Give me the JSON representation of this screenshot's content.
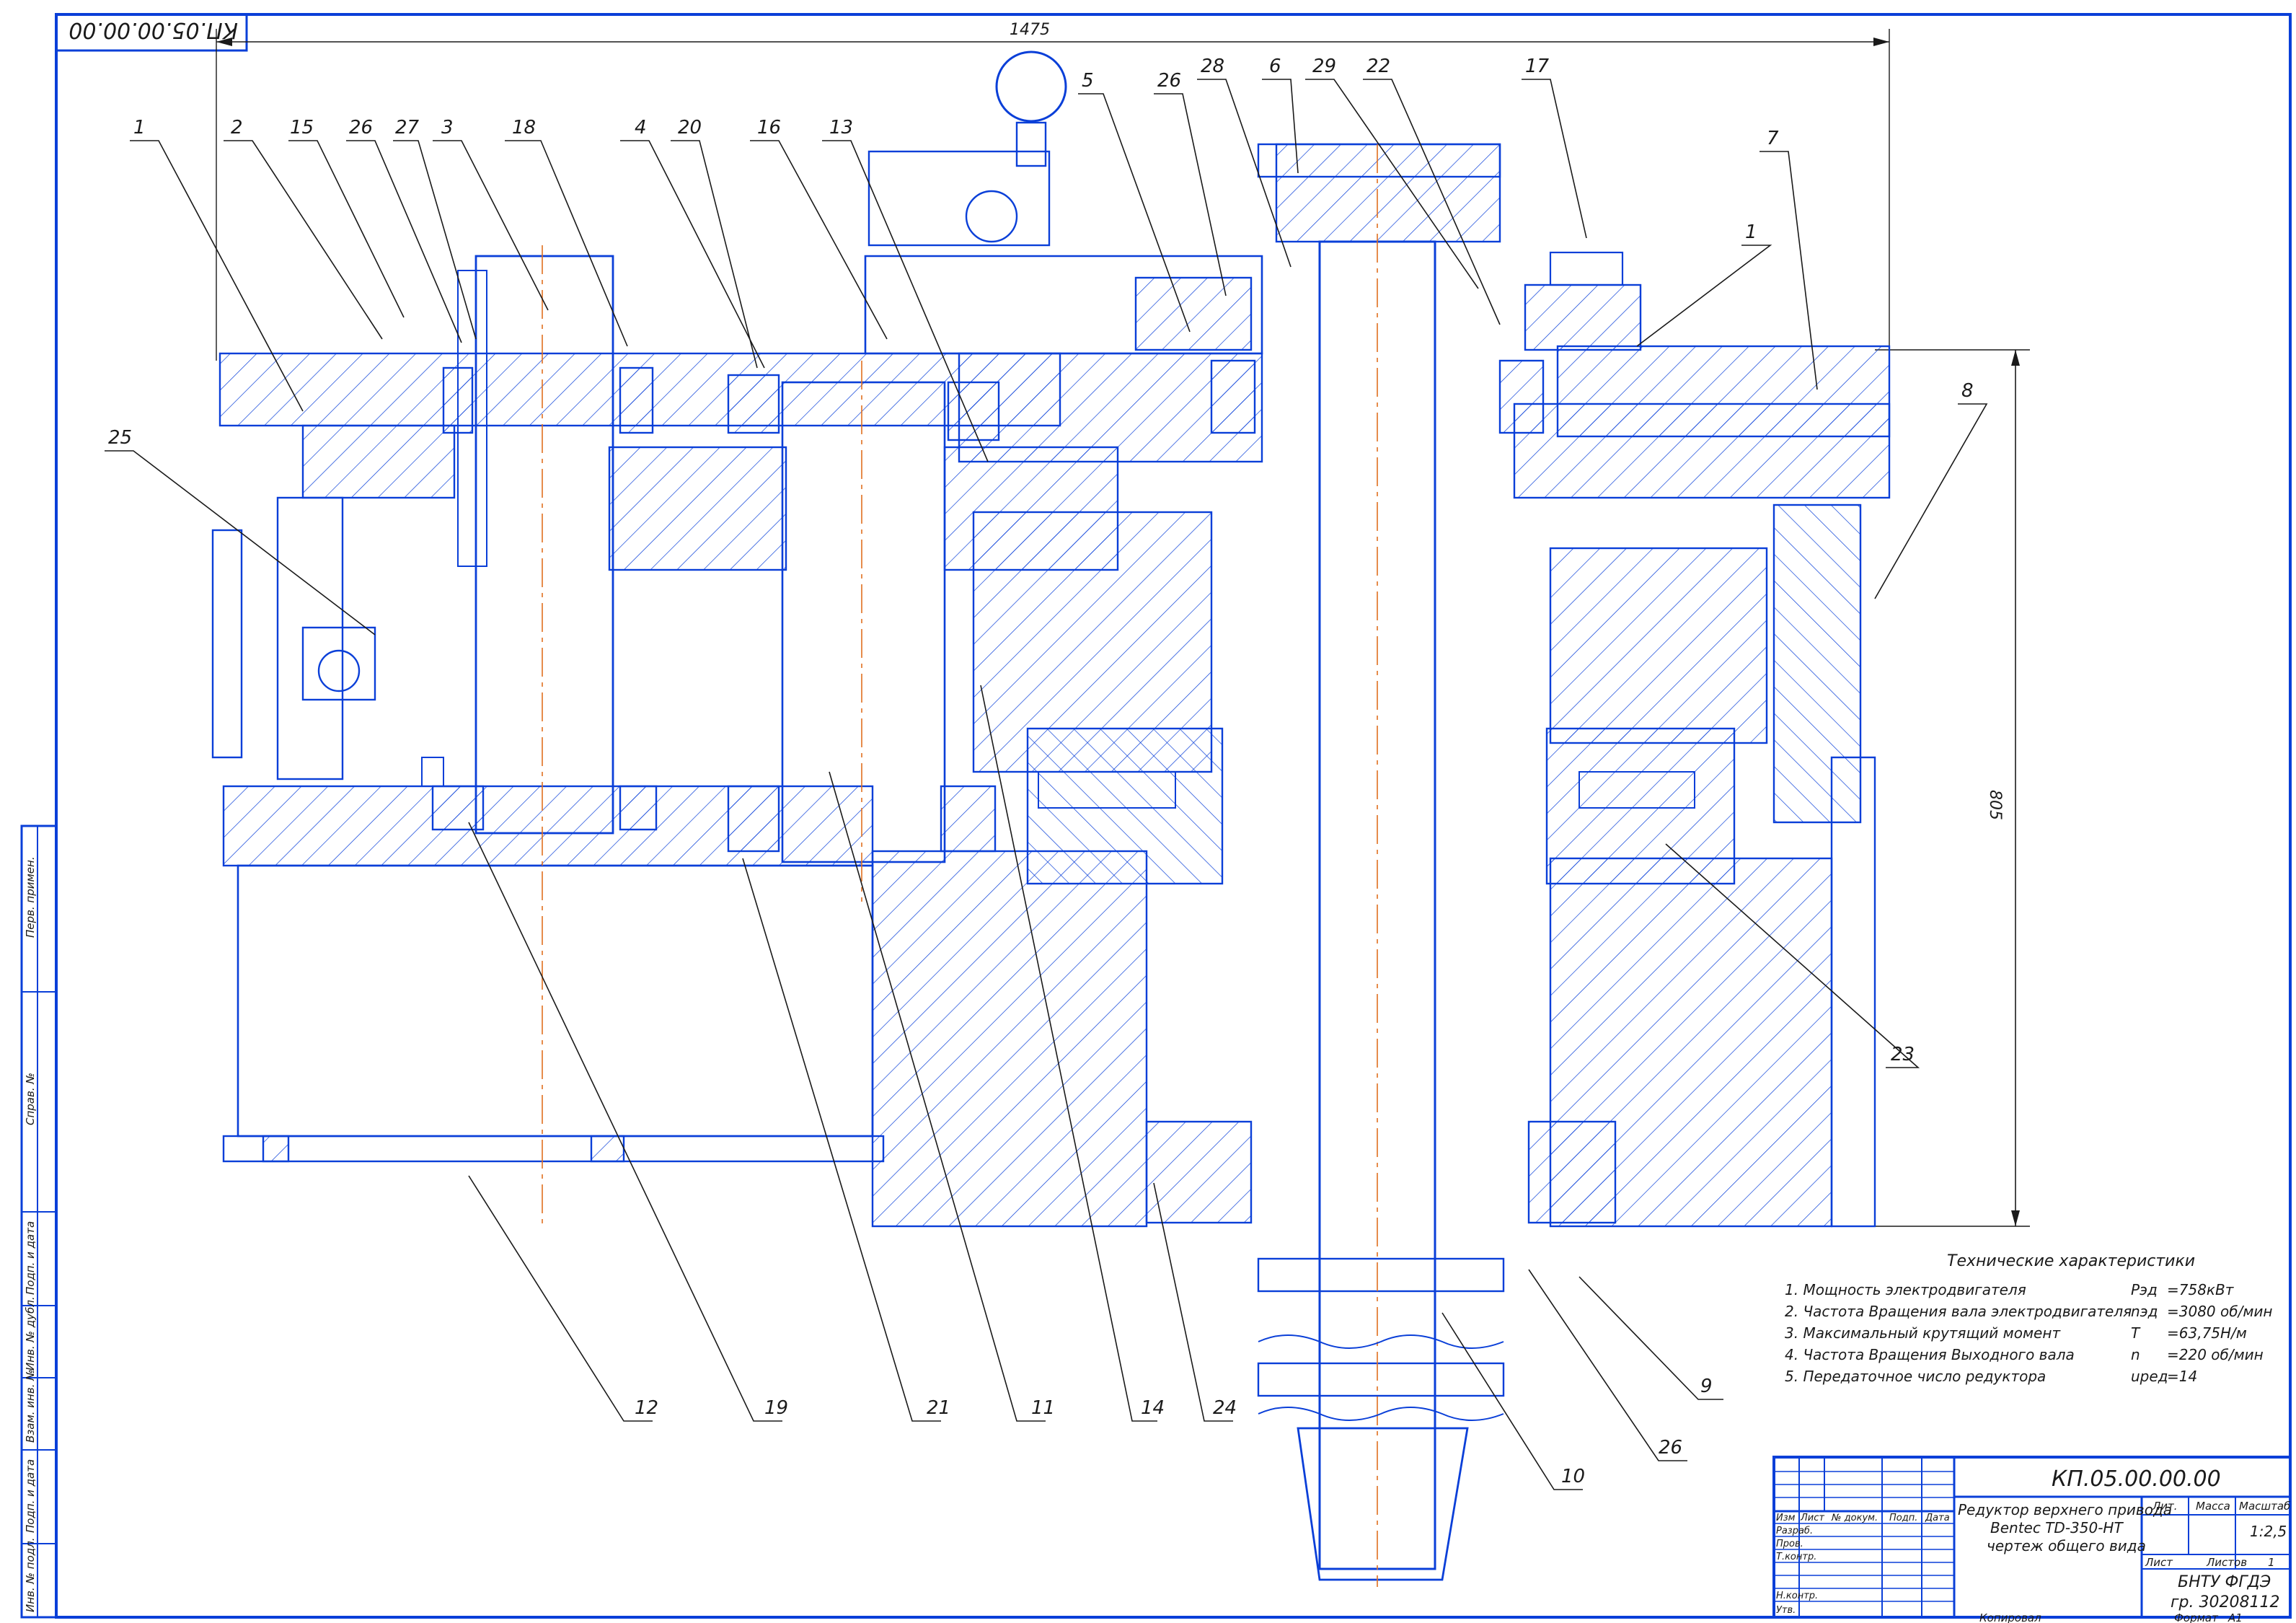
{
  "stamp_rotated": "КП.05.00.00.00",
  "dimensions": {
    "overall_width": "1475",
    "height": "805"
  },
  "leaders": [
    {
      "label": "1"
    },
    {
      "label": "2"
    },
    {
      "label": "15"
    },
    {
      "label": "26"
    },
    {
      "label": "27"
    },
    {
      "label": "3"
    },
    {
      "label": "18"
    },
    {
      "label": "4"
    },
    {
      "label": "20"
    },
    {
      "label": "16"
    },
    {
      "label": "13"
    },
    {
      "label": "5"
    },
    {
      "label": "26"
    },
    {
      "label": "28"
    },
    {
      "label": "6"
    },
    {
      "label": "29"
    },
    {
      "label": "22"
    },
    {
      "label": "17"
    },
    {
      "label": "1"
    },
    {
      "label": "7"
    },
    {
      "label": "8"
    },
    {
      "label": "25"
    },
    {
      "label": "23"
    },
    {
      "label": "12"
    },
    {
      "label": "19"
    },
    {
      "label": "21"
    },
    {
      "label": "11"
    },
    {
      "label": "14"
    },
    {
      "label": "24"
    },
    {
      "label": "10"
    },
    {
      "label": "26"
    },
    {
      "label": "9"
    }
  ],
  "specs": {
    "heading": "Технические характеристики",
    "rows": [
      {
        "name": "1. Мощность электродвигателя",
        "symbol": "Pэд",
        "value": "=758кВт"
      },
      {
        "name": "2. Частота Вращения вала электродвигателя",
        "symbol": "nэд",
        "value": "=3080 об/мин"
      },
      {
        "name": "3. Максимальный крутящий момент",
        "symbol": "T",
        "value": "=63,75Н/м"
      },
      {
        "name": "4. Частота Вращения Выходного вала",
        "symbol": "n",
        "value": "=220 об/мин"
      },
      {
        "name": "5. Передаточное число редуктора",
        "symbol": "uред",
        "value": "=14"
      }
    ]
  },
  "side_stamp": [
    "Перв. примен.",
    "Справ. №",
    "Подп. и дата",
    "Инв. № дубл.",
    "Взам. инв. №",
    "Подп. и дата",
    "Инв. № подл."
  ],
  "title_block": {
    "designation": "КП.05.00.00.00",
    "title_lines": [
      "Редуктор верхнего привода",
      "Bentec TD-350-HT",
      "чертеж общего вида"
    ],
    "col_headers": [
      "Изм",
      "Лист",
      "№ докум.",
      "Подп.",
      "Дата"
    ],
    "row_labels": [
      "Разраб.",
      "Пров.",
      "Т.контр.",
      "",
      "Н.контр.",
      "Утв."
    ],
    "lit": "Лит.",
    "mass": "Масса",
    "scale_label": "Масштаб",
    "scale": "1:2,5",
    "sheet": "Лист",
    "sheets": "Листов",
    "sheets_count": "1",
    "org_line1": "БНТУ ФГДЭ",
    "org_line2": "гр. 30208112",
    "copied": "Копировал",
    "format_label": "Формат",
    "format": "А1"
  }
}
